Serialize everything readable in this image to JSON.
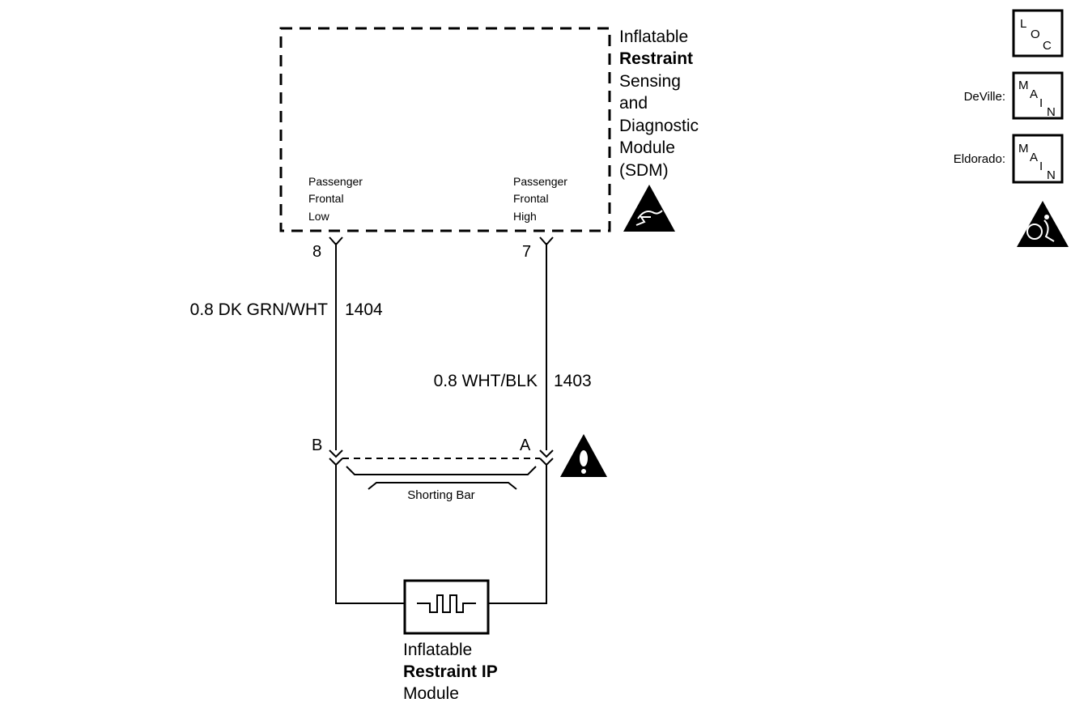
{
  "sdm": {
    "name_lines": [
      "Inflatable",
      "Restraint",
      "Sensing",
      "and",
      "Diagnostic",
      "Module",
      "(SDM)"
    ],
    "left_terminal_lines": [
      "Passenger",
      "Frontal",
      "Low"
    ],
    "right_terminal_lines": [
      "Passenger",
      "Frontal",
      "High"
    ],
    "left_pin": "8",
    "right_pin": "7"
  },
  "wires": {
    "left": {
      "gauge_color": "0.8 DK GRN/WHT",
      "circuit": "1404"
    },
    "right": {
      "gauge_color": "0.8 WHT/BLK",
      "circuit": "1403"
    }
  },
  "connector": {
    "left_pin": "B",
    "right_pin": "A",
    "shorting_bar_label": "Shorting Bar"
  },
  "module": {
    "name_lines": [
      "Inflatable",
      "Restraint IP",
      "Module"
    ]
  },
  "legend": {
    "loc_letters": [
      "L",
      "O",
      "C"
    ],
    "deville_label": "DeVille:",
    "eldorado_label": "Eldorado:",
    "main_letters": [
      "M",
      "A",
      "I",
      "N"
    ]
  },
  "icons": {
    "esd": "esd-warning-triangle-icon",
    "caution": "caution-exclamation-triangle-icon",
    "airbag": "airbag-triangle-icon"
  },
  "colors": {
    "ink": "#000000",
    "paper": "#ffffff"
  }
}
